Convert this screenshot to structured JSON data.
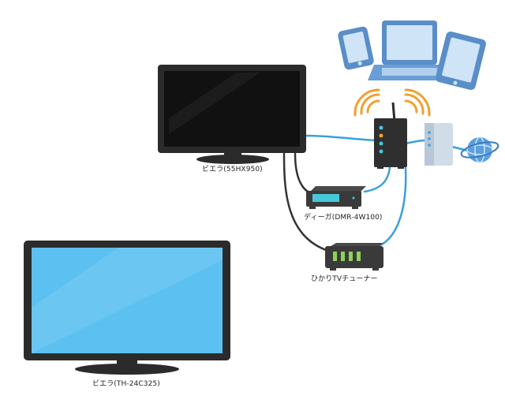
{
  "labels": {
    "tv_main": "ビエラ(55HX950)",
    "recorder": "ディーガ(DMR-4W100)",
    "tuner": "ひかりTVチューナー",
    "tv_second": "ビエラ(TH-24C325)"
  },
  "colors": {
    "cable_blue": "#3aa0dc",
    "cable_black": "#333333",
    "tv_frame": "#2b2b2b",
    "tv_screen_dark": "#111111",
    "tv_screen_blue": "#5cc0f0",
    "device_body": "#3a3a3a",
    "recorder_display": "#47c8d8",
    "tuner_lights": "#8ed15a",
    "wifi_arc": "#f0a030",
    "device_blue": "#5a8ec8",
    "onu_body": "#d0dce8",
    "globe": "#5aa0e0"
  },
  "icons": [
    "smartphone-icon",
    "laptop-icon",
    "tablet-icon",
    "wifi-router-icon",
    "onu-icon",
    "internet-globe-icon"
  ]
}
